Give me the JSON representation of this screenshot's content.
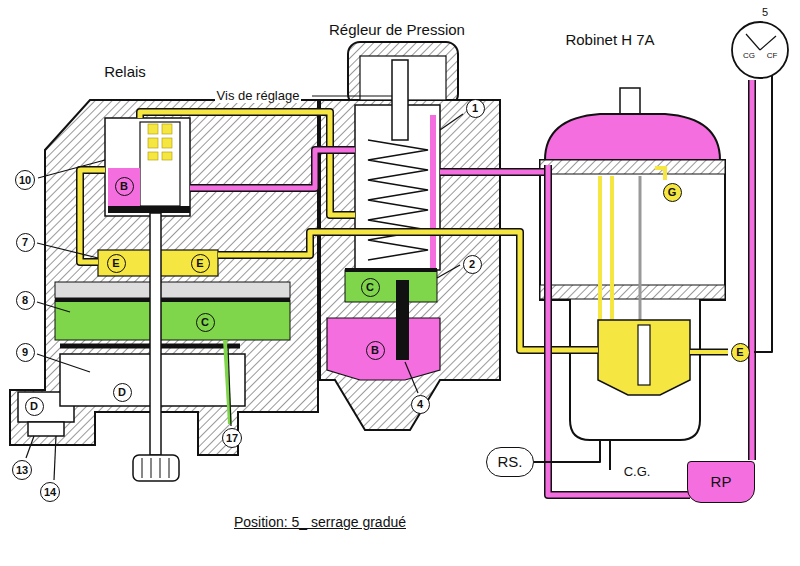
{
  "diagram": {
    "caption": "Position: 5_ serrage gradué",
    "nodes": [
      {
        "text": [
          "10"
        ]
      },
      {
        "text": [
          "7"
        ]
      },
      {
        "text": [
          "8"
        ]
      },
      {
        "text": [
          "9"
        ]
      },
      {
        "text": [
          "D"
        ]
      },
      {
        "text": [
          "13"
        ]
      },
      {
        "text": [
          "14"
        ]
      },
      {
        "text": [
          "B"
        ]
      },
      {
        "text": [
          "E"
        ]
      },
      {
        "text": [
          "E"
        ]
      },
      {
        "text": [
          "C"
        ]
      },
      {
        "text": [
          "D"
        ]
      },
      {
        "text": [
          "17"
        ]
      },
      {
        "text": [
          "1"
        ]
      },
      {
        "text": [
          "2"
        ]
      },
      {
        "text": [
          "C"
        ]
      },
      {
        "text": [
          "B"
        ]
      },
      {
        "text": [
          "4"
        ]
      },
      {
        "text": [
          "G"
        ]
      },
      {
        "text": [
          "E"
        ]
      },
      {
        "text": [
          "RS."
        ]
      },
      {
        "text": [
          "RP"
        ]
      }
    ],
    "labels": [
      "Relais",
      "Vis de réglage",
      "Régleur de Pression",
      "Robinet H 7A",
      "5",
      "CG",
      "CF",
      "C.G."
    ]
  }
}
